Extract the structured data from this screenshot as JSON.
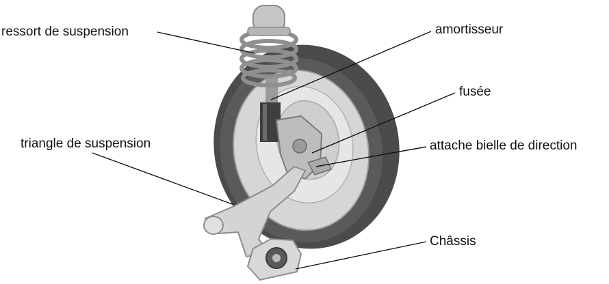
{
  "labels": {
    "ressort": "ressort de suspension",
    "amortisseur": "amortisseur",
    "fusee": "fusée",
    "triangle": "triangle de suspension",
    "attache": "attache bielle de direction",
    "chassis": "Châssis"
  },
  "colors": {
    "tire": "#4a4a4a",
    "rim": "#d2d2d2",
    "metal": "#c8c8c8",
    "leader": "#111111"
  }
}
